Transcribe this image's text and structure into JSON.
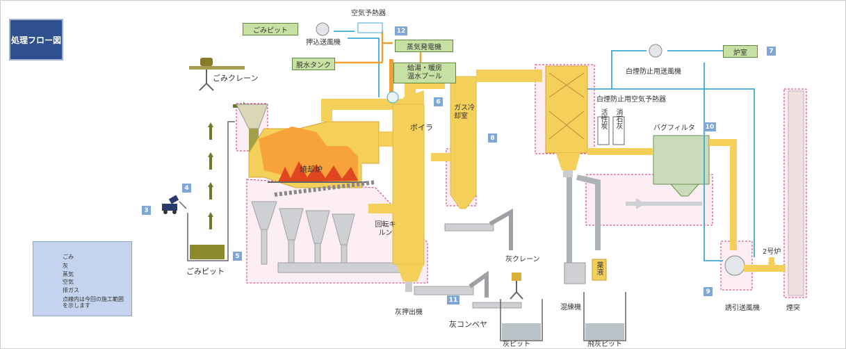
{
  "title": "処理フロー図",
  "labels": {
    "air_preheater": "空気予熱器",
    "pushing_fan": "押込送風機",
    "water_tank": "脱水タンク",
    "steam_generator": "蒸気発電機",
    "hot_water_pool": "給湯・暖房 温水プール",
    "refuse_crane": "ごみクレーン",
    "furnace": "焼却炉",
    "boiler": "ボイラ",
    "gas_cooling": "ガス冷却室",
    "rotary_kiln": "回転キルン",
    "ash_pusher": "灰押出機",
    "ash_conveyor": "灰コンベヤ",
    "ash_crane": "灰クレーン",
    "ash_pit": "灰ピット",
    "refuse_pit": "ごみピット",
    "white_smoke_fan": "白煙防止用送風機",
    "white_smoke_preheater": "白煙防止用空気予熱器",
    "slaked_lime": "消石灰",
    "activated_carbon": "活性炭",
    "bag_filter": "バグフィルタ",
    "furnace_room": "炉室",
    "kneader": "混練機",
    "chemical": "薬液",
    "fly_ash_pit": "飛灰ピット",
    "induced_fan": "誘引送風機",
    "furnace2": "2号炉",
    "chimney": "煙突"
  },
  "green_boxes": {
    "refuse_pit_top": "ごみピット",
    "water_tank": "脱水タンク",
    "steam_gen": "蒸気発電機",
    "hot_water": "給湯・暖房\n温水プール",
    "furnace_room": "炉室"
  },
  "numbers": [
    "3",
    "4",
    "5",
    "6",
    "8",
    "9",
    "10",
    "11",
    "12",
    "7"
  ],
  "legend": {
    "items": [
      {
        "label": "ごみ",
        "color": "#6b7a2a"
      },
      {
        "label": "灰",
        "color": "#c9c9c9"
      },
      {
        "label": "蒸気",
        "color": "#f0a030"
      },
      {
        "label": "空気",
        "color": "#3fa9d6"
      },
      {
        "label": "排ガス",
        "color": "#f2e046"
      },
      {
        "label": "点線内は今回の施工範囲を示します",
        "color": "#f3c7d8"
      }
    ]
  }
}
